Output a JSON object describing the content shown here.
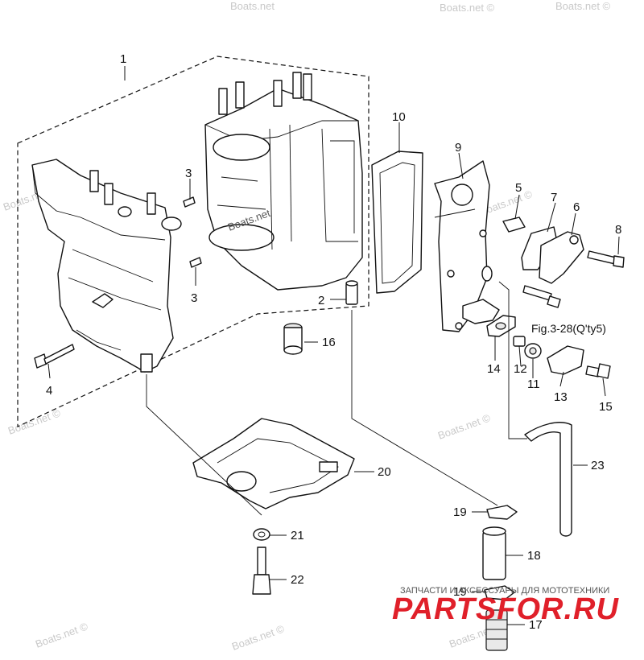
{
  "callouts": {
    "c1": "1",
    "c2": "2",
    "c3a": "3",
    "c3b": "3",
    "c4": "4",
    "c5": "5",
    "c6": "6",
    "c7": "7",
    "c8": "8",
    "c9": "9",
    "c10": "10",
    "c11": "11",
    "c12": "12",
    "c13": "13",
    "c14": "14",
    "c15": "15",
    "c16": "16",
    "c17": "17",
    "c18": "18",
    "c19a": "19",
    "c19b": "19",
    "c20": "20",
    "c21": "21",
    "c22": "22",
    "c23": "23"
  },
  "figure_reference": "Fig.3-28(Q'ty5)",
  "watermarks": {
    "w1": "Boats.net",
    "w2": "Boats.net",
    "w3": "Boats.net ©",
    "w4": "Boats.net ©",
    "w5": "Boats.net ©",
    "w6": "Boats.net ©",
    "w7": "Boats.net ©",
    "w8": "Boats.net ©",
    "w9": "Boats.net ©",
    "w10": "Boats.net ©",
    "w11": "Boats.net ©"
  },
  "logo": {
    "tagline": "ЗАПЧАСТИ И АКСЕССУАРЫ ДЛЯ МОТОТЕХНИКИ",
    "brand": "PARTSFOR.RU",
    "brand_color": "#e0202a"
  }
}
